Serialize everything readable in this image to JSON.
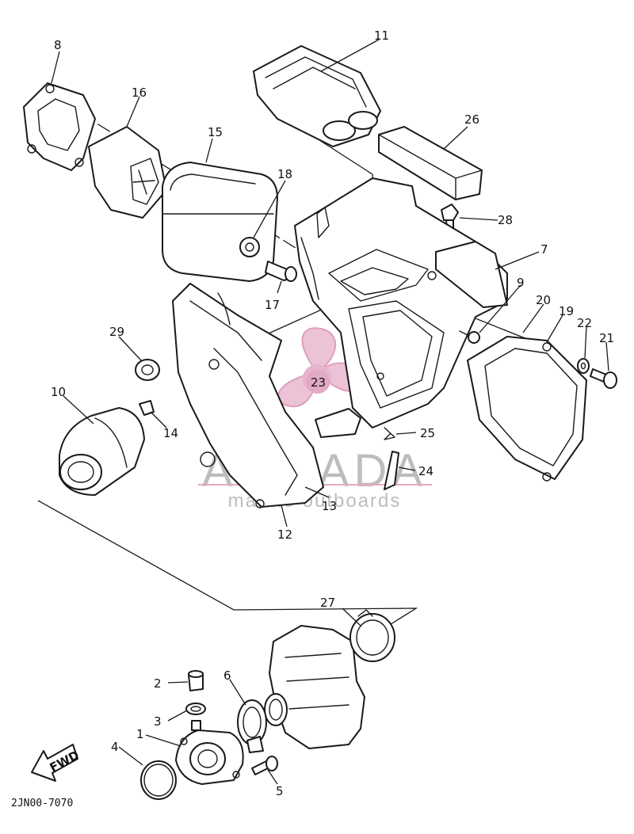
{
  "diagram": {
    "drawing_code": "2JN00-7070",
    "fwd_label": "FWD",
    "callouts": [
      "1",
      "2",
      "3",
      "4",
      "5",
      "6",
      "7",
      "8",
      "9",
      "10",
      "11",
      "12",
      "13",
      "14",
      "15",
      "16",
      "17",
      "18",
      "19",
      "20",
      "21",
      "22",
      "23",
      "24",
      "25",
      "26",
      "27",
      "28",
      "29"
    ]
  },
  "watermark": {
    "brand": "ARMADA",
    "tagline": "marine outboards",
    "accent_color": "#e2a9c4",
    "text_color": "#bdbdbd"
  }
}
